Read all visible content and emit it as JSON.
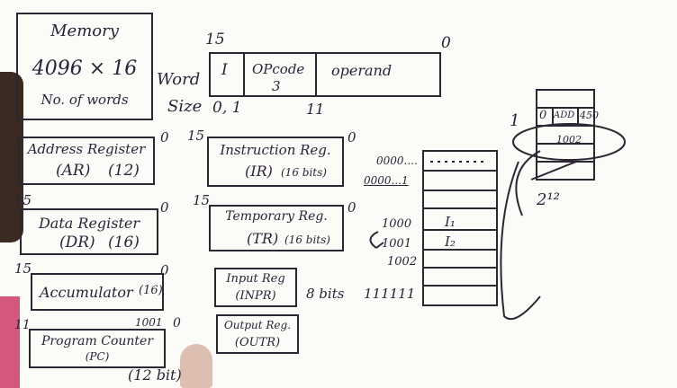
{
  "memory": {
    "title": "Memory",
    "size": "4096 × 16",
    "note": "No. of words"
  },
  "word_label": "Word",
  "size_label": "Size",
  "instruction_format": {
    "bit_high": "15",
    "bit_low": "0",
    "fields": [
      "I",
      "OPcode",
      "operand"
    ],
    "opcode_bits": "3",
    "i_range": "0, 1",
    "operand_bit": "11"
  },
  "registers": [
    {
      "name": "Address Register",
      "abbr": "(AR)",
      "bits": "(12)",
      "hi": "",
      "lo": "0"
    },
    {
      "name": "Data Register",
      "abbr": "(DR)",
      "bits": "(16)",
      "hi": "15",
      "lo": "0"
    },
    {
      "name": "Accumulator",
      "abbr": "",
      "bits": "(16)",
      "hi": "15",
      "lo": "0"
    },
    {
      "name": "Program Counter",
      "abbr": "(PC)",
      "bits": "(12 bit)",
      "hi": "11",
      "lo": "0",
      "extra": "1001"
    },
    {
      "name": "Instruction Reg.",
      "abbr": "(IR)",
      "bits": "(16 bits)",
      "hi": "15",
      "lo": "0"
    },
    {
      "name": "Temporary Reg.",
      "abbr": "(TR)",
      "bits": "(16 bits)",
      "hi": "15",
      "lo": "0"
    },
    {
      "name": "Input Reg",
      "abbr": "(INPR)",
      "bits": "8 bits",
      "hi": "",
      "lo": ""
    },
    {
      "name": "Output Reg.",
      "abbr": "(OUTR)",
      "bits": "",
      "hi": "",
      "lo": ""
    }
  ],
  "memory_array": {
    "addresses": [
      "0000....",
      "0000...1",
      "1000",
      "1001",
      "1002",
      "111111"
    ],
    "cells": [
      "I₁",
      "I₂"
    ]
  },
  "instruction_word": {
    "marker": "1",
    "bit": "0",
    "opcode": "ADD",
    "operand": "450",
    "next": "1002",
    "power": "2¹²"
  }
}
